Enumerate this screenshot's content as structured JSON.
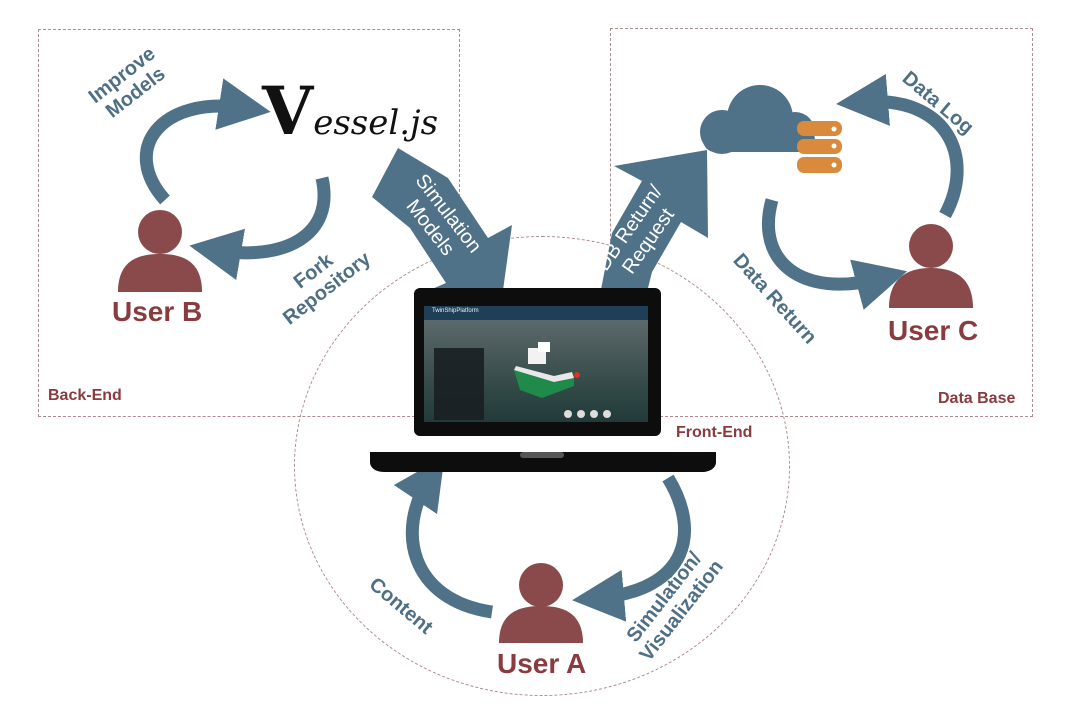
{
  "sections": {
    "backend_label": "Back-End",
    "database_label": "Data Base",
    "frontend_label": "Front-End"
  },
  "logo": {
    "big_letter": "V",
    "rest": "essel.js"
  },
  "users": {
    "a": "User A",
    "b": "User B",
    "c": "User C"
  },
  "arrows": {
    "improve_models": [
      "Improve",
      "Models"
    ],
    "fork_repository": [
      "Fork",
      "Repository"
    ],
    "simulation_models": [
      "Simulation",
      "Models"
    ],
    "db_return_request": [
      "DB Return/",
      "Request"
    ],
    "data_log": "Data Log",
    "data_return": "Data Return",
    "content": "Content",
    "simulation_visualization": [
      "Simulation/",
      "Visualization"
    ]
  },
  "app": {
    "title": "TwinShipPlatform"
  },
  "colors": {
    "user": "#8a4a4b",
    "arrow": "#4f7288",
    "label_red": "#8a3b3f",
    "cloud": "#4f7288",
    "database": "#d98a3d",
    "dash": "#b08a8f"
  }
}
